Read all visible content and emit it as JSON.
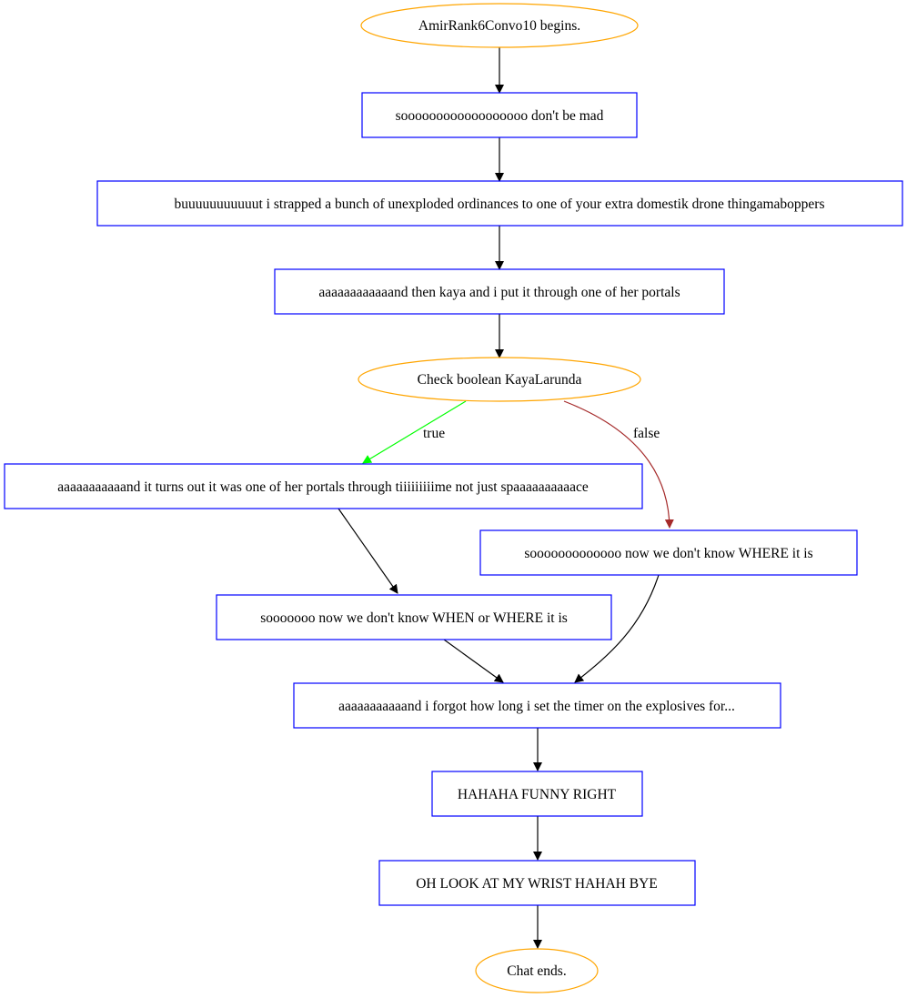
{
  "colors": {
    "terminal": "#ffa500",
    "box": "#0000ff",
    "edge": "#000000",
    "true_edge": "#00ff00",
    "false_edge": "#a52a2a",
    "background": "#ffffff"
  },
  "nodes": {
    "start": {
      "shape": "ellipse",
      "label": "AmirRank6Convo10 begins."
    },
    "line1": {
      "shape": "box",
      "label": "soooooooooooooooooo don't be mad"
    },
    "line2": {
      "shape": "box",
      "label": "buuuuuuuuuuut i strapped a bunch of unexploded ordinances to one of your extra domestik drone thingamaboppers"
    },
    "line3": {
      "shape": "box",
      "label": "aaaaaaaaaaaand then kaya and i put it through one of her portals"
    },
    "check": {
      "shape": "ellipse",
      "label": "Check boolean KayaLarunda"
    },
    "true_line": {
      "shape": "box",
      "label": "aaaaaaaaaaand it turns out it was one of her portals through tiiiiiiiiime not just spaaaaaaaaaace"
    },
    "false_line": {
      "shape": "box",
      "label": "sooooooooooooo now we don't know WHERE it is"
    },
    "when_where": {
      "shape": "box",
      "label": "sooooooo now we don't know WHEN or WHERE it is"
    },
    "timer": {
      "shape": "box",
      "label": "aaaaaaaaaaand i forgot how long i set the timer on the explosives for..."
    },
    "funny": {
      "shape": "box",
      "label": "HAHAHA FUNNY RIGHT"
    },
    "wrist": {
      "shape": "box",
      "label": "OH LOOK AT MY WRIST HAHAH BYE"
    },
    "end": {
      "shape": "ellipse",
      "label": "Chat ends."
    }
  },
  "edges": [
    {
      "from": "start",
      "to": "line1",
      "label": ""
    },
    {
      "from": "line1",
      "to": "line2",
      "label": ""
    },
    {
      "from": "line2",
      "to": "line3",
      "label": ""
    },
    {
      "from": "line3",
      "to": "check",
      "label": ""
    },
    {
      "from": "check",
      "to": "true_line",
      "label": "true"
    },
    {
      "from": "check",
      "to": "false_line",
      "label": "false"
    },
    {
      "from": "true_line",
      "to": "when_where",
      "label": ""
    },
    {
      "from": "when_where",
      "to": "timer",
      "label": ""
    },
    {
      "from": "false_line",
      "to": "timer",
      "label": ""
    },
    {
      "from": "timer",
      "to": "funny",
      "label": ""
    },
    {
      "from": "funny",
      "to": "wrist",
      "label": ""
    },
    {
      "from": "wrist",
      "to": "end",
      "label": ""
    }
  ]
}
